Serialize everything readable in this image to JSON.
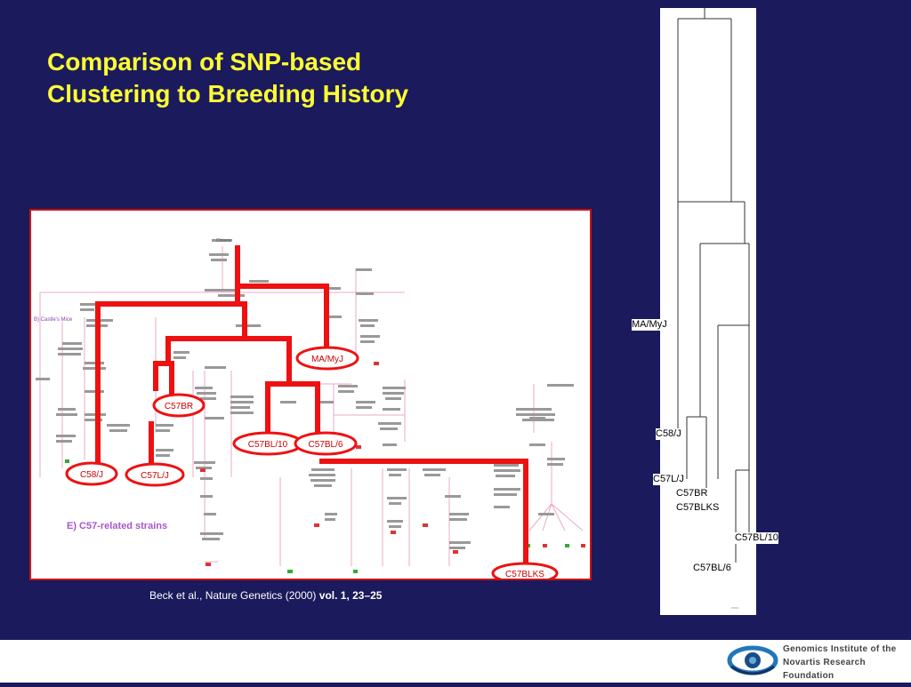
{
  "slide": {
    "title_line1": "Comparison of SNP-based",
    "title_line2": "Clustering to Breeding History",
    "caption_plain": "Beck et al., Nature Genetics (2000) ",
    "caption_bold": "vol. 1, 23–25"
  },
  "figure": {
    "section_b": "B) Castle's Mice",
    "section_e": "E) C57-related strains",
    "top_label": "Chinese",
    "strain_ovals": {
      "ma_myj": "MA/MyJ",
      "c57br": "C57BR",
      "c57bl10": "C57BL/10",
      "c57bl6": "C57BL/6",
      "c58j": "C58/J",
      "c57lj": "C57L/J",
      "c57blks": "C57BLKS"
    }
  },
  "dendrogram": {
    "labels": {
      "ma_myj": "MA/MyJ",
      "c58j": "C58/J",
      "c57lj": "C57L/J",
      "c57br": "C57BR",
      "c57blks": "C57BLKS",
      "c57bl10": "C57BL/10",
      "c57bl6": "C57BL/6"
    }
  },
  "logo": {
    "line1": "Genomics Institute of the",
    "line2": "Novartis Research",
    "line3": "Foundation"
  },
  "colors": {
    "background": "#1a1a5c",
    "title": "#ffff33",
    "highlight": "#ee1111"
  }
}
